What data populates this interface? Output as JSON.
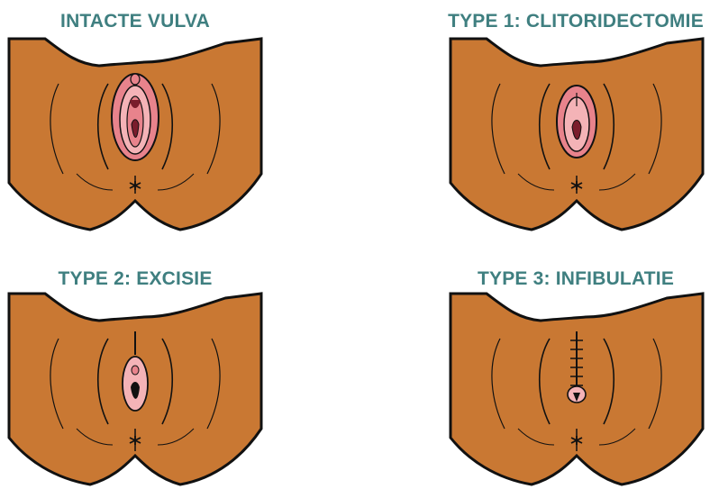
{
  "colors": {
    "title": "#3f7f80",
    "skin": "#c97833",
    "outline": "#111111",
    "labia_outer": "#e8838c",
    "labia_inner": "#f4b3b7",
    "dark_center": "#7a1d2c"
  },
  "panels": [
    {
      "title": "INTACTE VULVA",
      "variant": "intact"
    },
    {
      "title": "TYPE 1: CLITORIDECTOMIE",
      "variant": "type1"
    },
    {
      "title": "TYPE 2: EXCISIE",
      "variant": "type2"
    },
    {
      "title": "TYPE 3: INFIBULATIE",
      "variant": "type3"
    }
  ]
}
